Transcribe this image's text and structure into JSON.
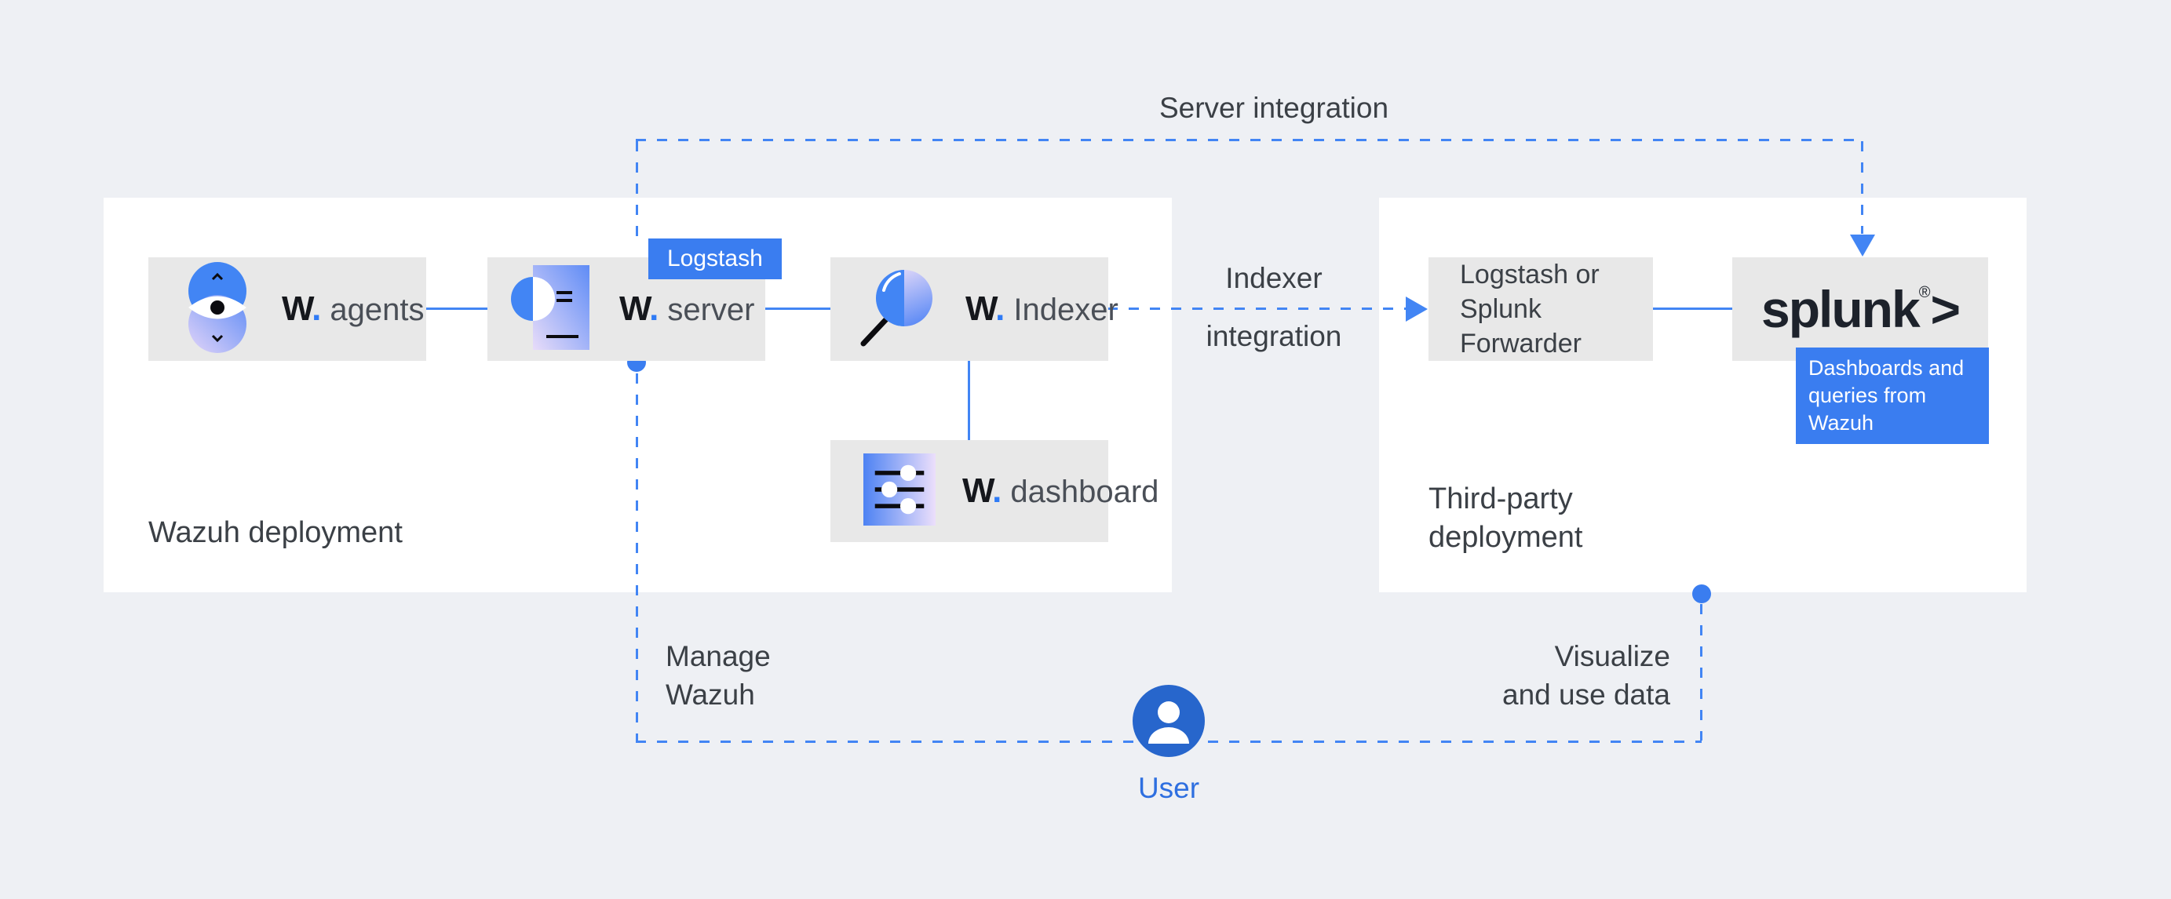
{
  "colors": {
    "page_background": "#eef0f4",
    "panel_background": "#ffffff",
    "node_background": "#e8e8e8",
    "accent_blue": "#4285f4",
    "badge_blue": "#3a7df0",
    "user_blue": "#2766cc",
    "text_dark": "#3b4046",
    "splunk_dark": "#1d222b"
  },
  "panels": {
    "wazuh": {
      "label": "Wazuh deployment"
    },
    "third_party": {
      "lines": [
        "Third-party",
        "deployment"
      ]
    }
  },
  "nodes": {
    "agents": {
      "brand": "W",
      "brand_dot": ".",
      "label": "agents"
    },
    "server": {
      "brand": "W",
      "brand_dot": ".",
      "label": "server",
      "badge": "Logstash"
    },
    "indexer": {
      "brand": "W",
      "brand_dot": ".",
      "label": "Indexer"
    },
    "dashboard": {
      "brand": "W",
      "brand_dot": ".",
      "label": "dashboard"
    },
    "forwarder": {
      "lines": [
        "Logstash or",
        "Splunk Forwarder"
      ]
    },
    "splunk": {
      "logo": "splunk",
      "registered": "®",
      "chevron": ">",
      "badge_lines": [
        "Dashboards and",
        "queries from Wazuh"
      ]
    }
  },
  "labels": {
    "server_integration": "Server integration",
    "indexer_integration": [
      "Indexer",
      "integration"
    ],
    "manage": [
      "Manage",
      "Wazuh"
    ],
    "visualize": [
      "Visualize",
      "and use data"
    ],
    "user": "User"
  },
  "icons": {
    "agents": "wazuh-agents-icon",
    "server": "wazuh-server-icon",
    "indexer": "wazuh-indexer-icon",
    "dashboard": "wazuh-dashboard-icon",
    "user": "user-icon",
    "arrows": [
      "arrow-right-icon",
      "arrow-down-icon"
    ]
  }
}
